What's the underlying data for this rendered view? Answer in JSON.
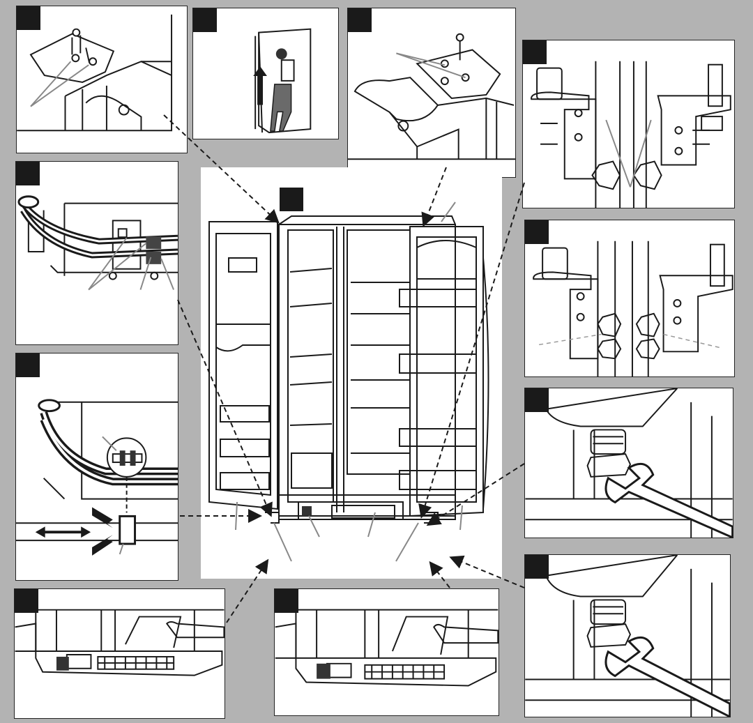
{
  "figure": {
    "panels": [
      {
        "id": "panel-top-hinge-left"
      },
      {
        "id": "panel-lift-door"
      },
      {
        "id": "panel-top-hinge-right"
      },
      {
        "id": "panel-bottom-hinge-tighten"
      },
      {
        "id": "panel-bottom-hinge-adjust"
      },
      {
        "id": "panel-wiring-disconnect"
      },
      {
        "id": "panel-water-line-disconnect"
      },
      {
        "id": "panel-leveling-screw-left"
      },
      {
        "id": "panel-base-grille-left"
      },
      {
        "id": "panel-base-grille-center"
      },
      {
        "id": "panel-leveling-screw-right"
      }
    ],
    "main_view": "side-by-side-refrigerator-open-doors",
    "icons": [
      "screw-icon",
      "hinge-icon",
      "wrench-icon",
      "double-arrow-icon",
      "push-arrow-icon",
      "up-arrow-icon"
    ],
    "colors": {
      "background": "#b3b3b3",
      "panel": "#ffffff",
      "line": "#1a1a1a",
      "tag": "#1a1a1a"
    }
  }
}
